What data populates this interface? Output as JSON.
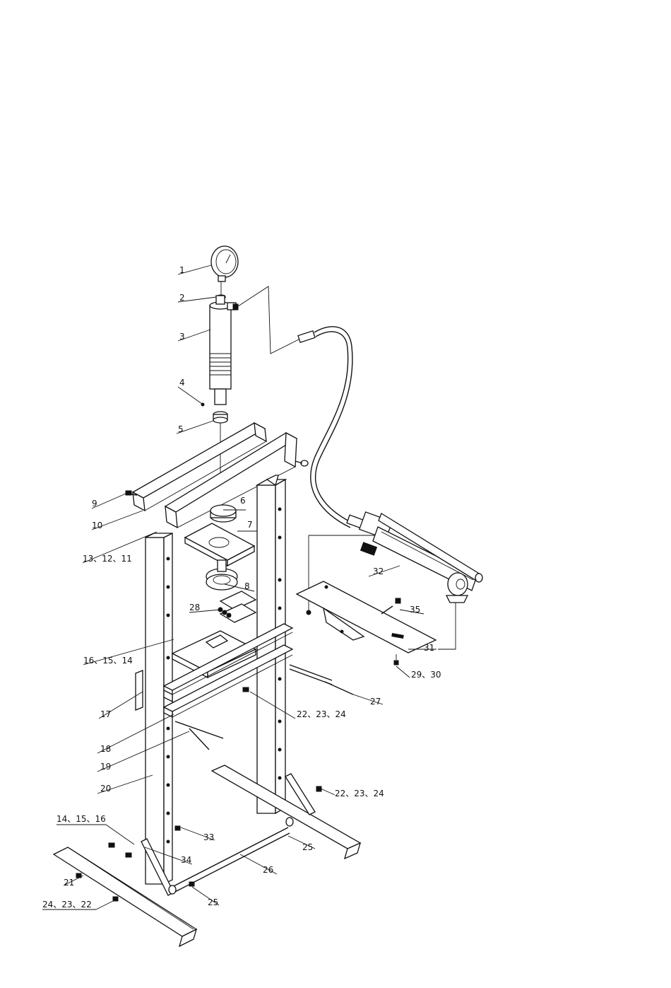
{
  "parts": [
    {
      "id": "p1",
      "label": "1"
    },
    {
      "id": "p2",
      "label": "2"
    },
    {
      "id": "p3",
      "label": "3"
    },
    {
      "id": "p4",
      "label": "4"
    },
    {
      "id": "p5",
      "label": "5"
    },
    {
      "id": "p6",
      "label": "6"
    },
    {
      "id": "p7",
      "label": "7"
    },
    {
      "id": "p8",
      "label": "8"
    },
    {
      "id": "p9",
      "label": "9"
    },
    {
      "id": "p10",
      "label": "10"
    },
    {
      "id": "p13_12_11",
      "label": "13、12、11"
    },
    {
      "id": "p28",
      "label": "28"
    },
    {
      "id": "p16_15_14",
      "label": "16、15、14"
    },
    {
      "id": "p17",
      "label": "17"
    },
    {
      "id": "p18",
      "label": "18"
    },
    {
      "id": "p19",
      "label": "19"
    },
    {
      "id": "p20",
      "label": "20"
    },
    {
      "id": "p22_23_24_a",
      "label": "22、23、24"
    },
    {
      "id": "p22_23_24_b",
      "label": "22、23、24"
    },
    {
      "id": "p27",
      "label": "27"
    },
    {
      "id": "p32",
      "label": "32"
    },
    {
      "id": "p35",
      "label": "35"
    },
    {
      "id": "p31",
      "label": "31"
    },
    {
      "id": "p29_30",
      "label": "29、30"
    },
    {
      "id": "p14_15_16",
      "label": "14、15、16"
    },
    {
      "id": "p33",
      "label": "33"
    },
    {
      "id": "p34",
      "label": "34"
    },
    {
      "id": "p25_a",
      "label": "25"
    },
    {
      "id": "p26",
      "label": "26"
    },
    {
      "id": "p25_b",
      "label": "25"
    },
    {
      "id": "p21",
      "label": "21"
    },
    {
      "id": "p24_23_22",
      "label": "24、23、22"
    }
  ]
}
